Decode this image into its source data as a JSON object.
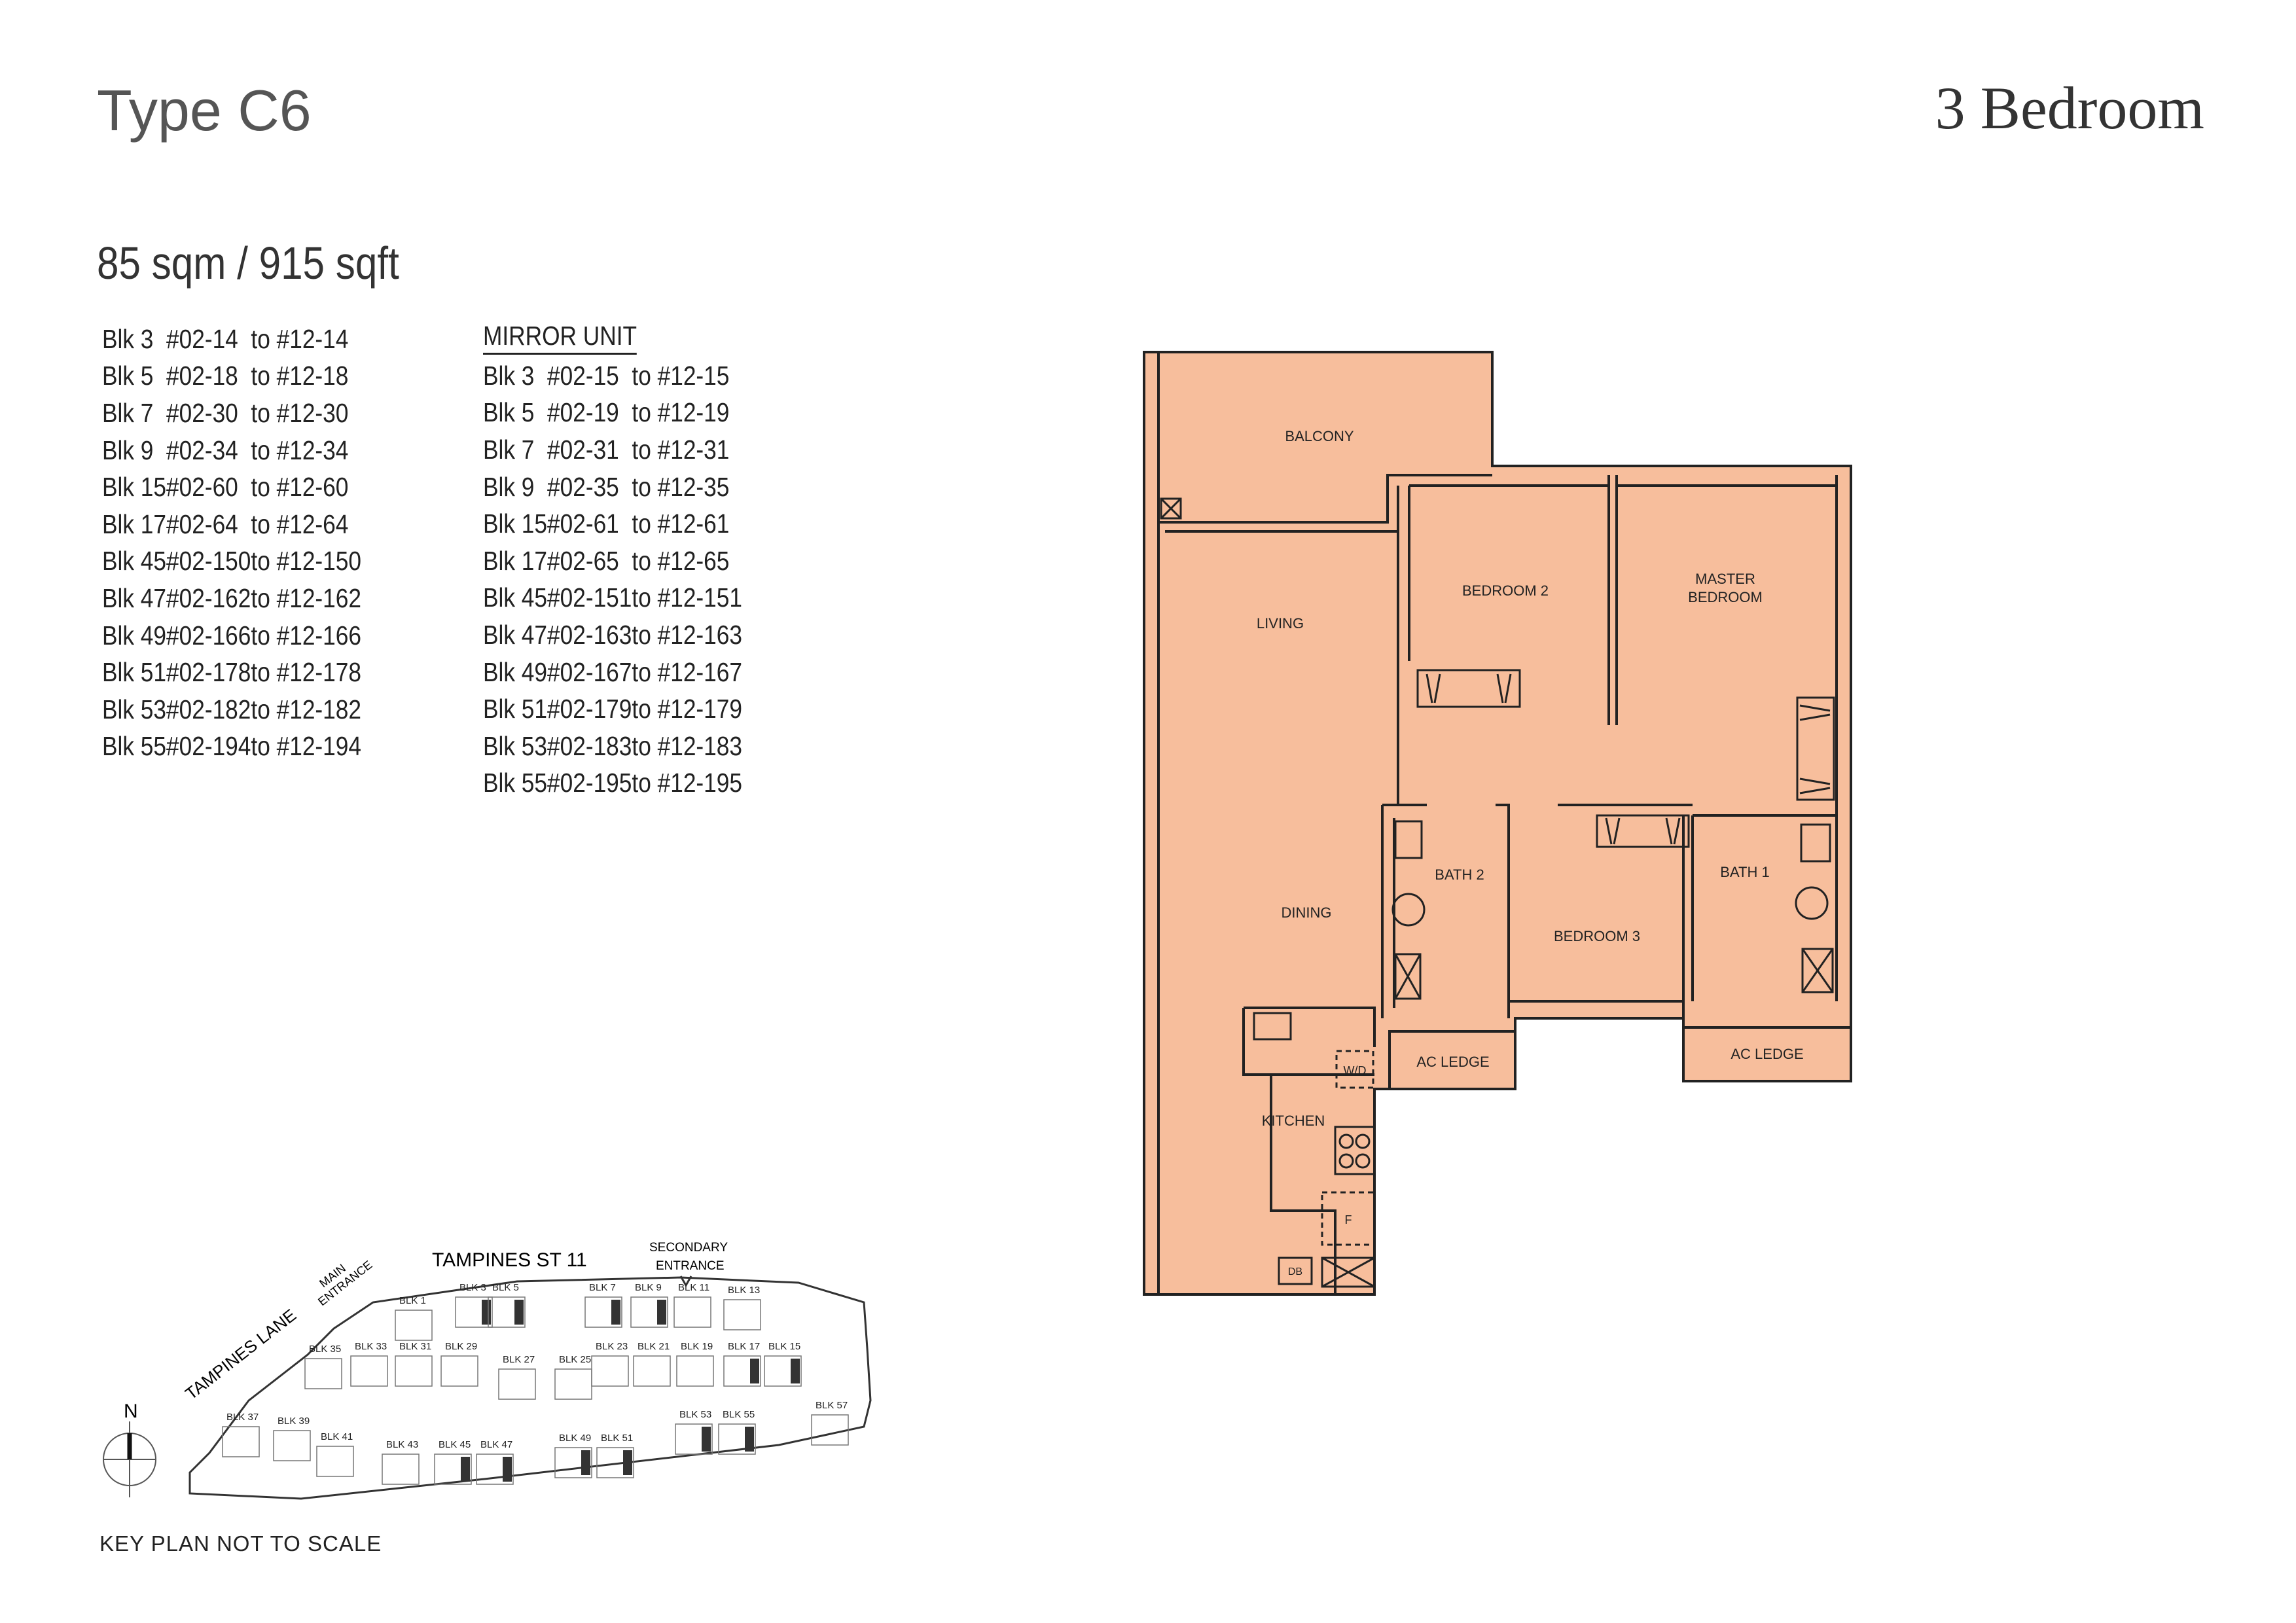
{
  "header": {
    "type_label": "Type C6",
    "bedroom_label": "3 Bedroom",
    "area": "85 sqm / 915 sqft"
  },
  "units": [
    {
      "blk": "Blk 3",
      "from": "#02-14",
      "to": "to #12-14"
    },
    {
      "blk": "Blk 5",
      "from": "#02-18",
      "to": "to #12-18"
    },
    {
      "blk": "Blk 7",
      "from": "#02-30",
      "to": "to #12-30"
    },
    {
      "blk": "Blk 9",
      "from": "#02-34",
      "to": "to #12-34"
    },
    {
      "blk": "Blk 15",
      "from": "#02-60",
      "to": "to #12-60"
    },
    {
      "blk": "Blk 17",
      "from": "#02-64",
      "to": "to #12-64"
    },
    {
      "blk": "Blk 45",
      "from": "#02-150",
      "to": "to #12-150"
    },
    {
      "blk": "Blk 47",
      "from": "#02-162",
      "to": "to #12-162"
    },
    {
      "blk": "Blk 49",
      "from": "#02-166",
      "to": "to #12-166"
    },
    {
      "blk": "Blk 51",
      "from": "#02-178",
      "to": "to #12-178"
    },
    {
      "blk": "Blk 53",
      "from": "#02-182",
      "to": "to #12-182"
    },
    {
      "blk": "Blk 55",
      "from": "#02-194",
      "to": "to #12-194"
    }
  ],
  "mirror": {
    "heading": "MIRROR UNIT",
    "units": [
      {
        "blk": "Blk 3",
        "from": "#02-15",
        "to": "to #12-15"
      },
      {
        "blk": "Blk 5",
        "from": "#02-19",
        "to": "to #12-19"
      },
      {
        "blk": "Blk 7",
        "from": "#02-31",
        "to": "to #12-31"
      },
      {
        "blk": "Blk 9",
        "from": "#02-35",
        "to": "to #12-35"
      },
      {
        "blk": "Blk 15",
        "from": "#02-61",
        "to": "to #12-61"
      },
      {
        "blk": "Blk 17",
        "from": "#02-65",
        "to": "to #12-65"
      },
      {
        "blk": "Blk 45",
        "from": "#02-151",
        "to": "to #12-151"
      },
      {
        "blk": "Blk 47",
        "from": "#02-163",
        "to": "to #12-163"
      },
      {
        "blk": "Blk 49",
        "from": "#02-167",
        "to": "to #12-167"
      },
      {
        "blk": "Blk 51",
        "from": "#02-179",
        "to": "to #12-179"
      },
      {
        "blk": "Blk 53",
        "from": "#02-183",
        "to": "to #12-183"
      },
      {
        "blk": "Blk 55",
        "from": "#02-195",
        "to": "to #12-195"
      }
    ]
  },
  "plan": {
    "fill_color": "#f7be9c",
    "wall_color": "#222222",
    "rooms": {
      "balcony": "BALCONY",
      "bedroom2": "BEDROOM 2",
      "master_line1": "MASTER",
      "master_line2": "BEDROOM",
      "living": "LIVING",
      "dining": "DINING",
      "bath2": "BATH 2",
      "bedroom3": "BEDROOM 3",
      "bath1": "BATH 1",
      "ac_ledge_left": "AC LEDGE",
      "ac_ledge_right": "AC LEDGE",
      "kitchen": "KITCHEN",
      "wd": "W/D",
      "fridge": "F",
      "db": "DB"
    }
  },
  "keyplan": {
    "road_top": "TAMPINES ST 11",
    "road_left": "TAMPINES LANE",
    "main_entrance_1": "MAIN",
    "main_entrance_2": "ENTRANCE",
    "secondary_entrance_1": "SECONDARY",
    "secondary_entrance_2": "ENTRANCE",
    "north": "N",
    "note": "KEY PLAN NOT TO SCALE",
    "blocks": [
      {
        "id": "blk1",
        "label": "BLK 1"
      },
      {
        "id": "blk3",
        "label": "BLK 3"
      },
      {
        "id": "blk5",
        "label": "BLK 5"
      },
      {
        "id": "blk7",
        "label": "BLK 7"
      },
      {
        "id": "blk9",
        "label": "BLK 9"
      },
      {
        "id": "blk11",
        "label": "BLK 11"
      },
      {
        "id": "blk13",
        "label": "BLK 13"
      },
      {
        "id": "blk35",
        "label": "BLK 35"
      },
      {
        "id": "blk33",
        "label": "BLK 33"
      },
      {
        "id": "blk31",
        "label": "BLK 31"
      },
      {
        "id": "blk29",
        "label": "BLK 29"
      },
      {
        "id": "blk27",
        "label": "BLK 27"
      },
      {
        "id": "blk25",
        "label": "BLK 25"
      },
      {
        "id": "blk23",
        "label": "BLK 23"
      },
      {
        "id": "blk21",
        "label": "BLK 21"
      },
      {
        "id": "blk19",
        "label": "BLK 19"
      },
      {
        "id": "blk17",
        "label": "BLK 17"
      },
      {
        "id": "blk15",
        "label": "BLK 15"
      },
      {
        "id": "blk37",
        "label": "BLK 37"
      },
      {
        "id": "blk39",
        "label": "BLK 39"
      },
      {
        "id": "blk41",
        "label": "BLK 41"
      },
      {
        "id": "blk43",
        "label": "BLK 43"
      },
      {
        "id": "blk45",
        "label": "BLK 45"
      },
      {
        "id": "blk47",
        "label": "BLK 47"
      },
      {
        "id": "blk49",
        "label": "BLK 49"
      },
      {
        "id": "blk51",
        "label": "BLK 51"
      },
      {
        "id": "blk53",
        "label": "BLK 53"
      },
      {
        "id": "blk55",
        "label": "BLK 55"
      },
      {
        "id": "blk57",
        "label": "BLK 57"
      }
    ]
  }
}
